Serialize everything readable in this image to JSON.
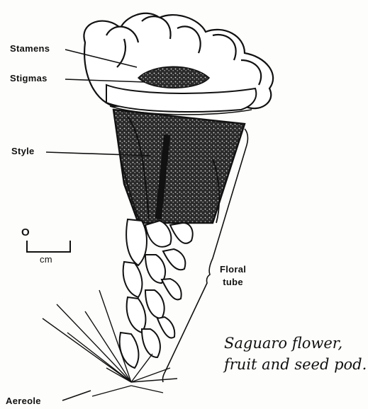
{
  "labels": {
    "stamens": "Stamens",
    "stigmas": "Stigmas",
    "style": "Style",
    "floral_tube_line1": "Floral",
    "floral_tube_line2": "tube",
    "aereole": "Aereole"
  },
  "scale": {
    "zero": "O",
    "unit": "cm"
  },
  "caption": {
    "line1": "Saguaro flower,",
    "line2": "fruit and seed pod."
  }
}
